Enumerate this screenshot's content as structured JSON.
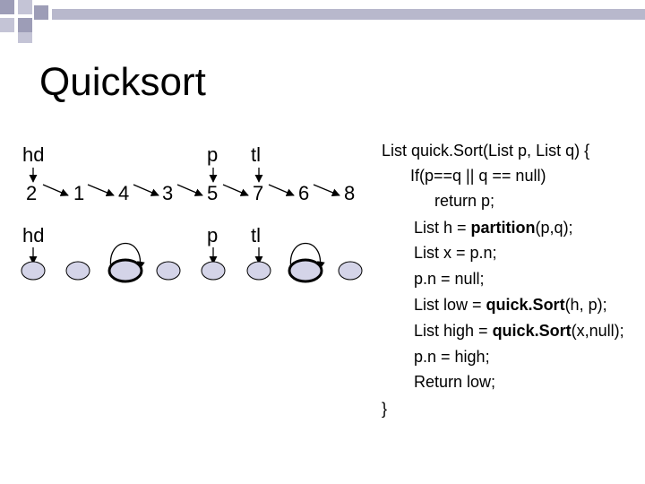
{
  "title": "Quicksort",
  "row1": {
    "labels": {
      "hd": "hd",
      "p": "p",
      "tl": "tl"
    },
    "nodes": [
      "2",
      "1",
      "4",
      "3",
      "5",
      "7",
      "6",
      "8"
    ]
  },
  "row2": {
    "labels": {
      "hd": "hd",
      "p": "p",
      "tl": "tl"
    }
  },
  "code": {
    "signature": "List quick.Sort(List p, List q) {",
    "if_line": "If(p==q || q == null)",
    "return_p": "return p;",
    "h_pre": "List h = ",
    "h_call": "partition",
    "h_post": "(p,q);",
    "x_line": "List x = p.n;",
    "pn_null": "p.n = null;",
    "low_pre": "List low = ",
    "low_call": "quick.Sort",
    "low_post": "(h, p);",
    "high_pre": "List high = ",
    "high_call": "quick.Sort",
    "high_post": "(x,null);",
    "pn_high": "p.n = high;",
    "return_low": "Return low;",
    "close": "}"
  },
  "colors": {
    "node_fill": "#d4d4e8",
    "deco_square": "#a6a6bf",
    "deco_bar": "#b2b2c8"
  }
}
